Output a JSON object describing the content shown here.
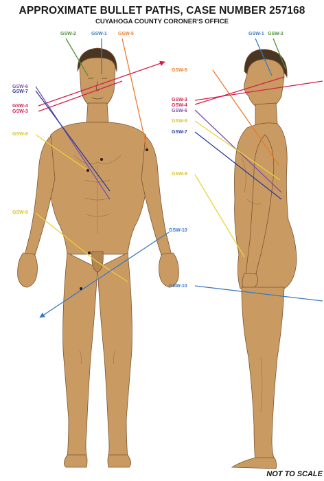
{
  "header": {
    "title": "APPROXIMATE BULLET PATHS, CASE NUMBER 257168",
    "subtitle": "CUYAHOGA COUNTY CORONER'S OFFICE"
  },
  "footer": {
    "note": "NOT TO SCALE"
  },
  "colors": {
    "skin": "#c99a62",
    "skin_shadow": "#a8793f",
    "hair": "#4a3522",
    "gsw1": "#3a78c2",
    "gsw2": "#4f8f3a",
    "gsw3": "#d41f4a",
    "gsw4": "#d41f4a",
    "gsw5": "#e8d33a",
    "gsw6": "#7b4fb0",
    "gsw7": "#2b3a9a",
    "gsw8": "#e8d33a",
    "gsw9": "#e8d33a",
    "gsw10": "#3a78c2",
    "orange": "#ee7a2a"
  },
  "front_labels": {
    "gsw2": "GSW-2",
    "gsw1": "GSW-1",
    "gsw5": "GSW-5",
    "gsw6": "GSW-6",
    "gsw7": "GSW-7",
    "gsw4": "GSW-4",
    "gsw3": "GSW-3",
    "gsw8": "GSW-8",
    "gsw9": "GSW-9",
    "gsw10": "GSW-10"
  },
  "side_labels": {
    "gsw1": "GSW-1",
    "gsw2": "GSW-2",
    "gsw5": "GSW-5",
    "gsw3": "GSW-3",
    "gsw4": "GSW-4",
    "gsw6": "GSW-6",
    "gsw8": "GSW-8",
    "gsw7": "GSW-7",
    "gsw9": "GSW-9",
    "gsw10": "GSW-10"
  }
}
